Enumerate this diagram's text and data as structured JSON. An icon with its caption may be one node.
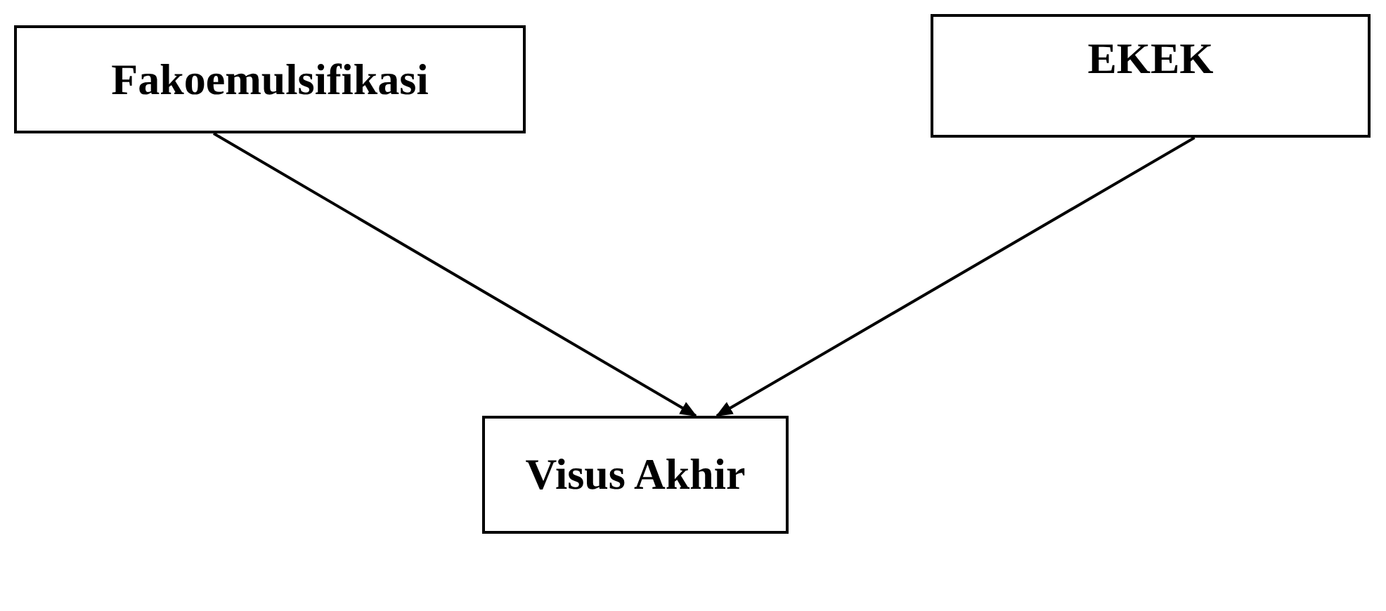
{
  "diagram": {
    "nodes": [
      {
        "text": [
          "Fakoemulsifikasi"
        ]
      },
      {
        "text": [
          "EKEK"
        ]
      },
      {
        "text": [
          "Visus Akhir"
        ]
      }
    ],
    "edges": [
      {
        "from": 0,
        "to": 2,
        "arrow": "to"
      },
      {
        "from": 1,
        "to": 2,
        "arrow": "to"
      }
    ]
  }
}
